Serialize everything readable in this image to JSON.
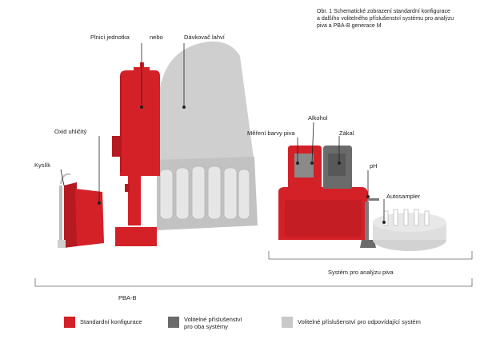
{
  "caption": {
    "lines": [
      "Obr. 1 Schematické zobrazení standardní konfigurace",
      "a dalšího volitelného příslušenství systému pro analýzu",
      "piva a PBA-B generace M"
    ]
  },
  "labels": {
    "plnici_jednotka": "Plnicí jednotka",
    "nebo": "nebo",
    "davkovac_lahvi": "Dávkovač lahví",
    "oxid_uhlicity": "Oxid uhličitý",
    "kyslik": "Kyslík",
    "mereni_barvy": "Měření barvy piva",
    "alkohol": "Alkohol",
    "zakal": "Zákal",
    "ph": "pH",
    "autosampler": "Autosampler",
    "system_pro_analyzu": "Systém pro analýzu piva",
    "pba_b": "PBA-B"
  },
  "legend": {
    "items": [
      {
        "lines": [
          "Standardní konfigurace"
        ],
        "color": "#d42027"
      },
      {
        "lines": [
          "Volitelné příslušenství",
          "pro oba systémy"
        ],
        "color": "#6b6b6b"
      },
      {
        "lines": [
          "Volitelné příslušenství pro odpovídající systém"
        ],
        "color": "#c8c8c8"
      }
    ]
  },
  "colors": {
    "red": "#d42027",
    "dark_gray": "#6b6b6b",
    "light_gray": "#c8c8c8"
  }
}
